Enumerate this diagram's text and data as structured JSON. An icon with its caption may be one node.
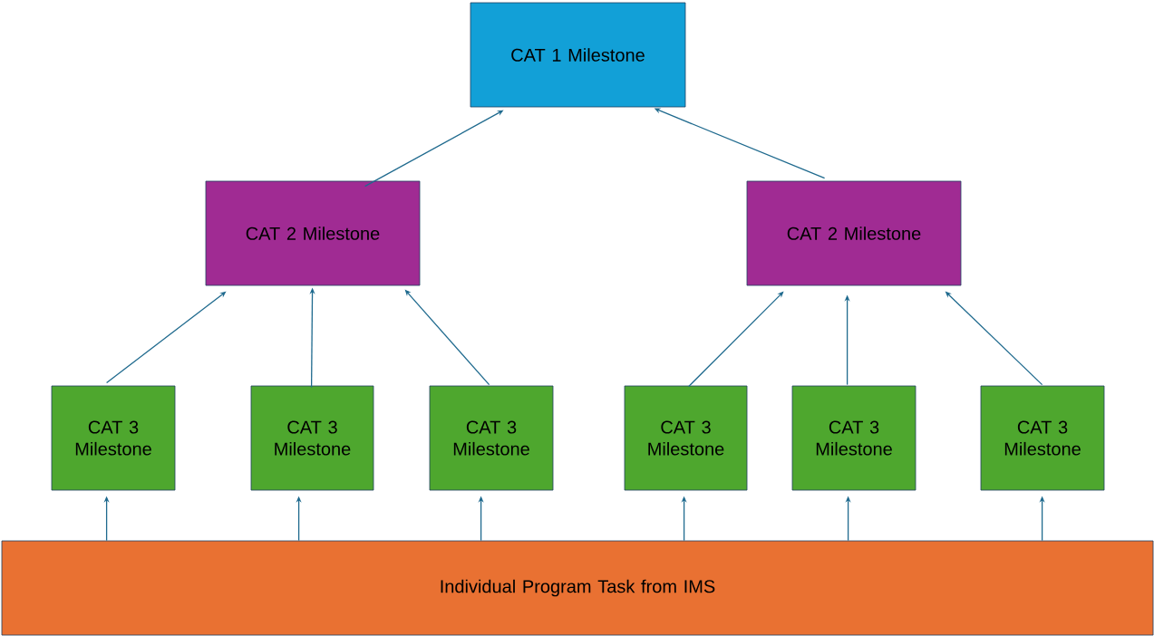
{
  "diagram": {
    "nodes": [
      {
        "text": [
          "CAT 1 Milestone"
        ]
      },
      {
        "text": [
          "CAT 2 Milestone"
        ]
      },
      {
        "text": [
          "CAT 2 Milestone"
        ]
      },
      {
        "text": [
          "CAT 3 Milestone"
        ]
      },
      {
        "text": [
          "CAT 3 Milestone"
        ]
      },
      {
        "text": [
          "CAT 3 Milestone"
        ]
      },
      {
        "text": [
          "CAT 3 Milestone"
        ]
      },
      {
        "text": [
          "CAT 3 Milestone"
        ]
      },
      {
        "text": [
          "CAT 3 Milestone"
        ]
      },
      {
        "text": [
          "Individual Program Task from IMS"
        ]
      }
    ],
    "edges": [
      {
        "from": 1,
        "to": 0,
        "arrow": "to"
      },
      {
        "from": 2,
        "to": 0,
        "arrow": "to"
      },
      {
        "from": 3,
        "to": 1,
        "arrow": "to"
      },
      {
        "from": 4,
        "to": 1,
        "arrow": "to"
      },
      {
        "from": 5,
        "to": 1,
        "arrow": "to"
      },
      {
        "from": 6,
        "to": 2,
        "arrow": "to"
      },
      {
        "from": 7,
        "to": 2,
        "arrow": "to"
      },
      {
        "from": 8,
        "to": 2,
        "arrow": "to"
      },
      {
        "from": 9,
        "to": 3,
        "arrow": "to"
      },
      {
        "from": 9,
        "to": 4,
        "arrow": "to"
      },
      {
        "from": 9,
        "to": 5,
        "arrow": "to"
      },
      {
        "from": 9,
        "to": 6,
        "arrow": "to"
      },
      {
        "from": 9,
        "to": 7,
        "arrow": "to"
      },
      {
        "from": 9,
        "to": 8,
        "arrow": "to"
      }
    ]
  }
}
